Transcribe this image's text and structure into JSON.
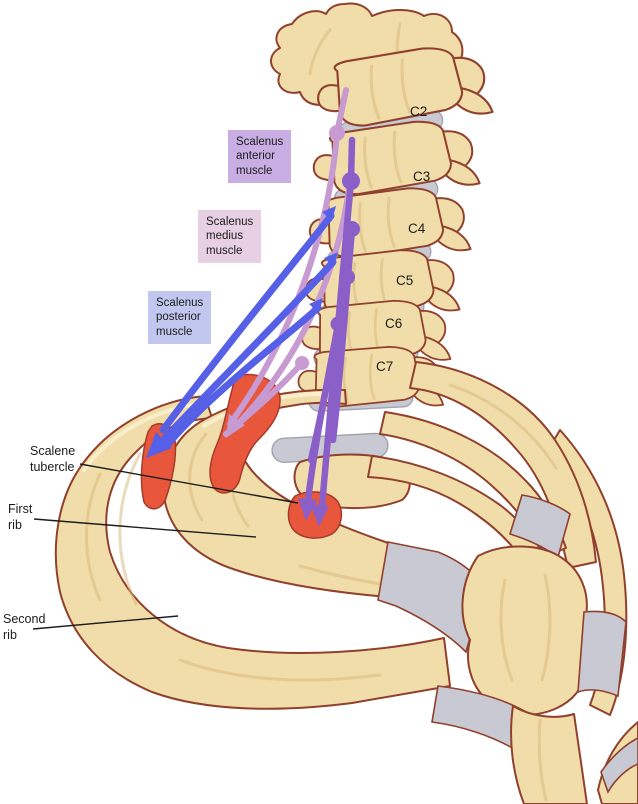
{
  "colors": {
    "bone": "#f1dda9",
    "bone-shade": "#d8b87a",
    "bone-outline": "#90402c",
    "cartilage": "#c8c9d2",
    "cartilage-edge": "#a2a3b1",
    "attachment": "#e8573c",
    "attachment-edge": "#a43b28",
    "anterior": "#c79ad2",
    "medius": "#8b5fc8",
    "posterior": "#5660e6",
    "box-anterior": "#c9aee3",
    "box-medius": "#e7d0e3",
    "box-posterior": "#c2c7f0",
    "leader": "#1c1c1c",
    "text": "#1c1c1c"
  },
  "muscle_labels": {
    "anterior": "Scalenus\nanterior\nmuscle",
    "medius": "Scalenus\nmedius\nmuscle",
    "posterior": "Scalenus\nposterior\nmuscle"
  },
  "vertebrae": [
    "C2",
    "C3",
    "C4",
    "C5",
    "C6",
    "C7"
  ],
  "anatomy_labels": {
    "scalene_tubercle": "Scalene\ntubercle",
    "first_rib": "First\nrib",
    "second_rib": "Second\nrib"
  }
}
